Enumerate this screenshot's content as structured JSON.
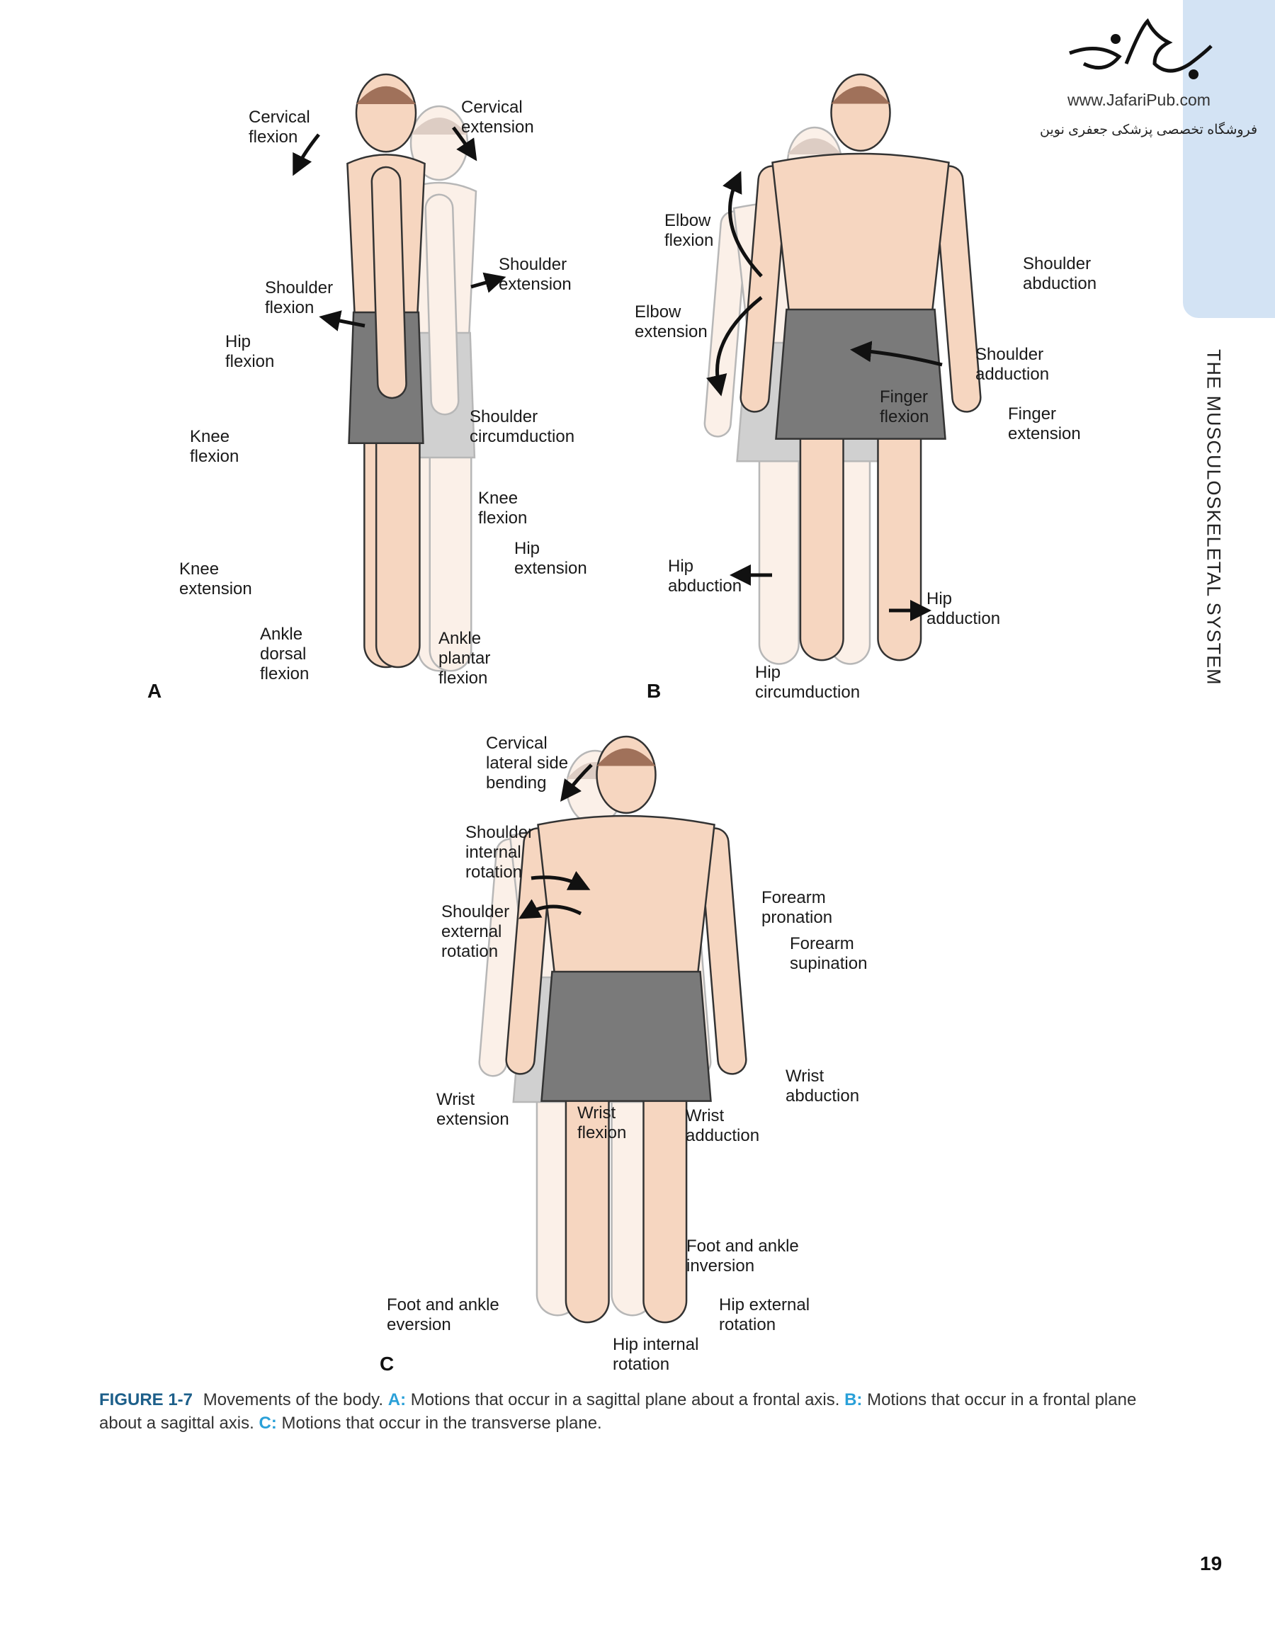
{
  "header": {
    "logo_url_text": "www.JafariPub.com",
    "logo_persian": "فروشگاه تخصصی پزشکی جعفری نوین",
    "section_title": "THE MUSCULOSKELETAL SYSTEM"
  },
  "panels": {
    "a": {
      "letter": "A",
      "labels": [
        "Cervical\nflexion",
        "Cervical\nextension",
        "Shoulder\nextension",
        "Shoulder\nflexion",
        "Hip\nflexion",
        "Knee\nflexion",
        "Shoulder\ncircumduction",
        "Knee\nflexion",
        "Hip\nextension",
        "Knee\nextension",
        "Ankle\ndorsal\nflexion",
        "Ankle\nplantar\nflexion"
      ]
    },
    "b": {
      "letter": "B",
      "labels": [
        "Elbow\nflexion",
        "Elbow\nextension",
        "Shoulder\nabduction",
        "Shoulder\nadduction",
        "Finger\nflexion",
        "Finger\nextension",
        "Hip\nabduction",
        "Hip\nadduction",
        "Hip\ncircumduction"
      ]
    },
    "c": {
      "letter": "C",
      "labels": [
        "Cervical\nlateral side\nbending",
        "Shoulder\ninternal\nrotation",
        "Shoulder\nexternal\nrotation",
        "Forearm\npronation",
        "Forearm\nsupination",
        "Wrist\nabduction",
        "Wrist\nextension",
        "Wrist\nflexion",
        "Wrist\nadduction",
        "Foot and ankle\ninversion",
        "Foot and ankle\neversion",
        "Hip external\nrotation",
        "Hip internal\nrotation"
      ]
    }
  },
  "caption": {
    "figure": "FIGURE 1-7",
    "intro": "Movements of the body.",
    "a_key": "A:",
    "a_text": "Motions that occur in a sagittal plane about a frontal axis.",
    "b_key": "B:",
    "b_text": "Motions that occur in a frontal plane about a sagittal axis.",
    "c_key": "C:",
    "c_text": "Motions that occur in the transverse plane."
  },
  "page_number": "19",
  "colors": {
    "skin": "#f6d6c0",
    "shorts": "#7a7a7a",
    "tab": "#d3e3f4",
    "figure_label": "#1d5f8a",
    "key": "#2aa0d8"
  }
}
